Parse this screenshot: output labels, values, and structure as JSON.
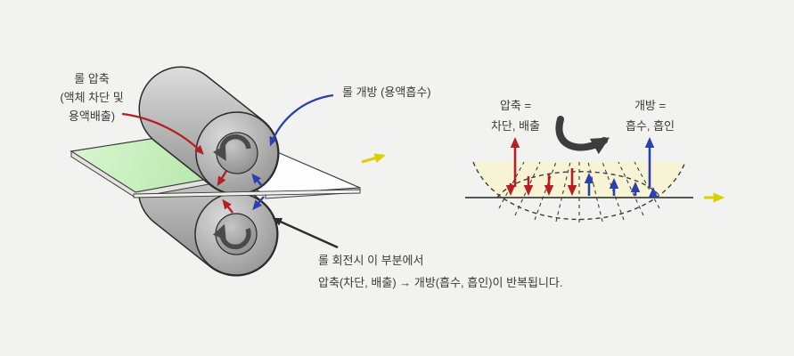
{
  "left_diagram": {
    "label_roll_compress": {
      "line1": "롤 압축",
      "line2": "(액체 차단 및",
      "line3": "용액배출)"
    },
    "label_roll_open": "롤 개방 (용액흡수)",
    "rotation_note": {
      "line1": "롤 회전시 이 부분에서",
      "line2": "압축(차단, 배출) → 개방(흡수, 흡인)이 반복됩니다."
    }
  },
  "right_diagram": {
    "label_compress": {
      "line1": "압축 =",
      "line2": "차단, 배출"
    },
    "label_open": {
      "line1": "개방 =",
      "line2": "흡수, 흡인"
    }
  },
  "colors": {
    "background": "#f2f2f1",
    "compress_red": "#b52025",
    "open_blue": "#2b3fae",
    "flow_yellow": "#d9d000",
    "text_dark": "#3a3a3a",
    "sheet_green": "#c9efc0",
    "sheet_white": "#fdfdfd",
    "zone_cream": "#f7f4d6",
    "roller_gray": "#b9b9b9"
  },
  "icon_legend": {
    "rotation_arrow": "roller rotation direction",
    "red_arrow": "compression / discharge flow",
    "blue_arrow": "opening / absorption flow",
    "yellow_arrow": "sheet travel direction"
  }
}
